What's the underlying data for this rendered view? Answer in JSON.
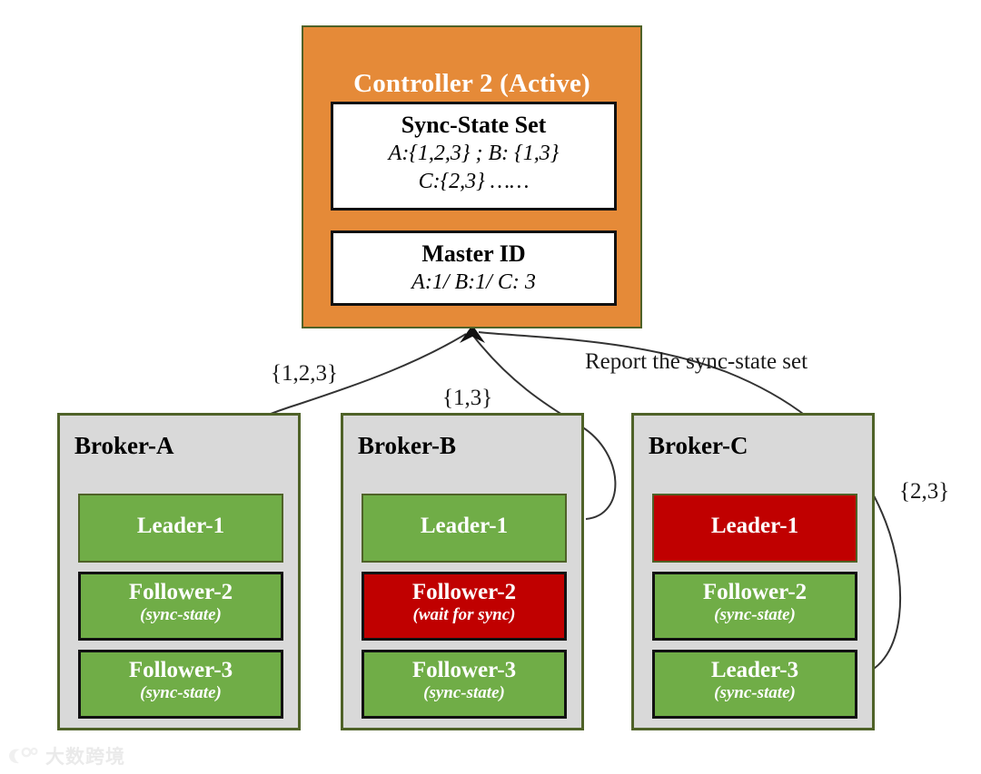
{
  "controller": {
    "title": "Controller 2 (Active)",
    "panels": [
      {
        "name": "sync-state-set",
        "title": "Sync-State Set",
        "line1": "A:{1,2,3} ; B: {1,3}",
        "line2": "C:{2,3} ……"
      },
      {
        "name": "master-id",
        "title": "Master ID",
        "line1": "A:1/ B:1/ C: 3",
        "line2": ""
      }
    ]
  },
  "brokers": [
    {
      "id": "broker-a",
      "title": "Broker-A",
      "nodes": [
        {
          "label": "Leader-1",
          "sub": "",
          "state": "green"
        },
        {
          "label": "Follower-2",
          "sub": "(sync-state)",
          "state": "green"
        },
        {
          "label": "Follower-3",
          "sub": "(sync-state)",
          "state": "green"
        }
      ]
    },
    {
      "id": "broker-b",
      "title": "Broker-B",
      "nodes": [
        {
          "label": "Leader-1",
          "sub": "",
          "state": "green"
        },
        {
          "label": "Follower-2",
          "sub": "(wait for sync)",
          "state": "red"
        },
        {
          "label": "Follower-3",
          "sub": "(sync-state)",
          "state": "green"
        }
      ]
    },
    {
      "id": "broker-c",
      "title": "Broker-C",
      "nodes": [
        {
          "label": "Leader-1",
          "sub": "",
          "state": "red"
        },
        {
          "label": "Follower-2",
          "sub": "(sync-state)",
          "state": "green"
        },
        {
          "label": "Leader-3",
          "sub": "(sync-state)",
          "state": "green"
        }
      ]
    }
  ],
  "edges": {
    "label_a": "{1,2,3}",
    "label_b": "{1,3}",
    "label_c": "{2,3}",
    "annotation": "Report the sync-state set"
  },
  "colors": {
    "controller_fill": "#E58A38",
    "broker_fill": "#D9D9D9",
    "border_green": "#4F6228",
    "node_green": "#70AD47",
    "node_red": "#C00000",
    "text_white": "#FFFFFF",
    "text_black": "#000000"
  },
  "watermark": {
    "text": "大数跨境"
  }
}
